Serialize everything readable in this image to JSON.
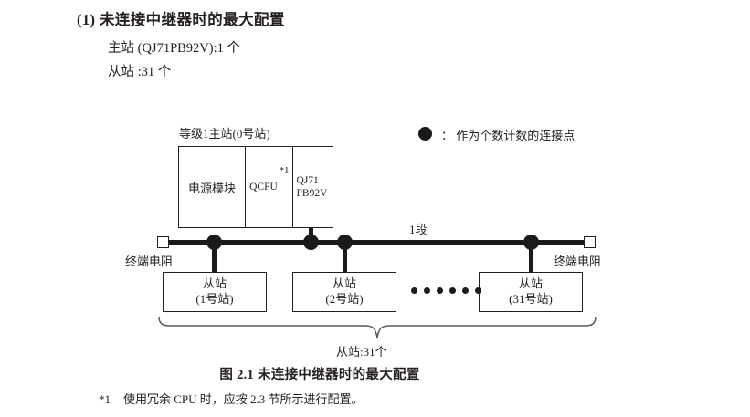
{
  "section": {
    "title": "(1) 未连接中继器时的最大配置",
    "lines": [
      "主站 (QJ71PB92V):1 个",
      "从站 :31 个"
    ]
  },
  "legend": {
    "marker": "filled-circle",
    "text": "： 作为个数计数的连接点"
  },
  "diagram": {
    "master_caption": "等级1主站(0号站)",
    "rack": {
      "power_label": "电源模块",
      "cpu_label": "QCPU",
      "cpu_footnote_mark": "*1",
      "module_line1": "QJ71",
      "module_line2": "PB92V"
    },
    "segment_label": "1段",
    "terminator_left_label": "终端电阻",
    "terminator_right_label": "终端电阻",
    "slaves": [
      {
        "name": "从站",
        "station": "(1号站)"
      },
      {
        "name": "从站",
        "station": "(2号站)"
      },
      {
        "name": "从站",
        "station": "(31号站)"
      }
    ],
    "ellipsis_count": 6,
    "brace_label": "从站:31个"
  },
  "figure_caption": "图 2.1  未连接中继器时的最大配置",
  "footnote": {
    "mark": "*1",
    "text": "使用冗余 CPU 时，应按 2.3 节所示进行配置。"
  }
}
